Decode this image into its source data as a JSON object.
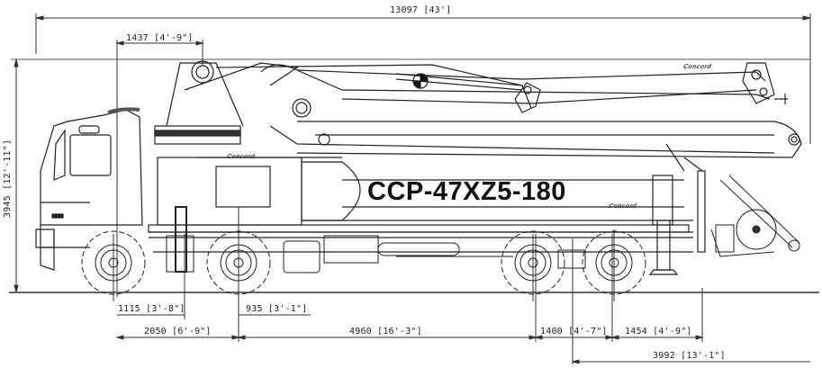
{
  "model": "CCP-47XZ5-180",
  "brand_logo_text": "Concord",
  "colors": {
    "line": "#222222",
    "background": "#ffffff",
    "text": "#111111"
  },
  "dimensions": {
    "overall_length": "13097 [43']",
    "front_overhang_to_turret": "1437 [4'-9\"]",
    "overall_height": "3945 [12'-11\"]",
    "front_outrigger_to_axle": "1115 [3'-8\"]",
    "axle1_to_axle2": "935 [3'-1\"]",
    "front_axle_group": "2050 [6'-9\"]",
    "wheelbase_mid": "4960 [16'-3\"]",
    "rear_axle_spacing": "1400 [4'-7\"]",
    "rear_axle_to_outrigger": "1454 [4'-9\"]",
    "rear_overhang": "3992 [13'-1\"]"
  }
}
